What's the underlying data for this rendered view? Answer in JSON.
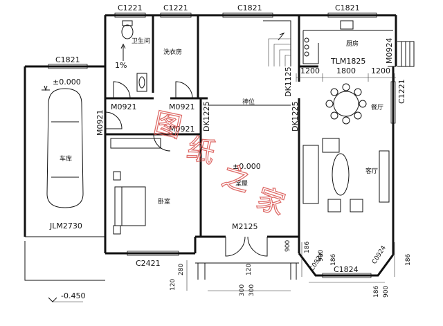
{
  "windows": {
    "top_bath": "C1221",
    "top_laundry": "C1221",
    "top_living": "C1821",
    "top_kitchen": "C1821",
    "garage_top": "C1821",
    "east": "C1221",
    "bedroom_bottom": "C2421",
    "bay_left": "C0924",
    "bay_right": "C0924",
    "bay_front": "C1824"
  },
  "doors": {
    "bath": "M0921",
    "laundry": "M0921",
    "garage_side": "M0921",
    "bedroom": "M0921",
    "main": "M2125",
    "kitchen_side": "M0924",
    "kitchen_sliding": "TLM1825",
    "garage": "JLM2730",
    "opening_stair": "DK1125",
    "opening_hall_left": "DK1225",
    "opening_hall_right": "DK1225"
  },
  "rooms": {
    "bath": "卫生间",
    "laundry": "洗衣房",
    "kitchen": "厨房",
    "dining": "餐厅",
    "living": "客厅",
    "hall": "堂屋",
    "altar": "神位",
    "bedroom": "卧室",
    "garage": "车库"
  },
  "levels": {
    "garage": "±0.000",
    "hall": "±0.000",
    "outside": "-0.450"
  },
  "slope": "1%",
  "dims": {
    "kitchen_left": "1200",
    "kitchen_mid": "1800",
    "kitchen_right": "1200",
    "bay_a": "186",
    "bay_b": "900",
    "bay_c": "186",
    "bay_d": "186",
    "bay_e": "900",
    "bay_f": "186",
    "bay_side": "900",
    "porch_a": "280",
    "porch_b": "120",
    "porch_c": "120",
    "porch_d": "300",
    "porch_e": "300"
  },
  "watermark": {
    "c1": "图",
    "c2": "纸",
    "c3": "之",
    "c4": "家"
  }
}
